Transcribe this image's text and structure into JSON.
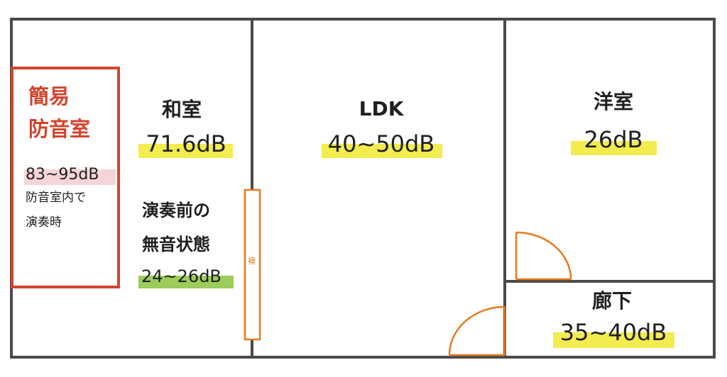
{
  "booth": {
    "title_line1": "簡易",
    "title_line2": "防音室",
    "level": "83~95dB",
    "note_line1": "防音室内で",
    "note_line2": "演奏時",
    "accent_color": "#d2442e",
    "level_highlight": "#f6d4d8"
  },
  "washitsu": {
    "name": "和室",
    "level": "71.6dB",
    "note_line1": "演奏前の",
    "note_line2": "無音状態",
    "quiet_level": "24~26dB",
    "level_highlight": "#f2ec4e",
    "quiet_highlight": "#9ccc5a"
  },
  "ldk": {
    "name": "LDK",
    "level": "40~50dB",
    "level_highlight": "#f2ec4e"
  },
  "youshitsu": {
    "name": "洋室",
    "level": "26dB",
    "level_highlight": "#f2ec4e"
  },
  "rouka": {
    "name": "廊下",
    "level": "35~40dB",
    "level_highlight": "#f2ec4e"
  },
  "sliding_door": {
    "label": "襖",
    "color": "#e8791e"
  },
  "wall_color": "#4a4a4a",
  "door_color": "#e8791e"
}
